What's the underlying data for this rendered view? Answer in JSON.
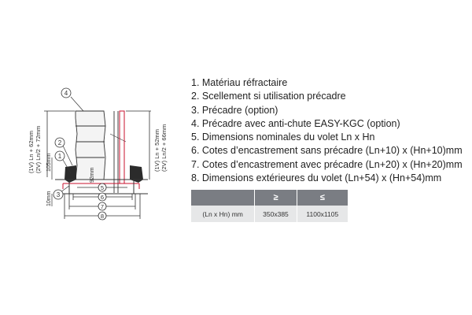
{
  "legend": [
    "1. Matériau réfractaire",
    "2. Scellement si utilisation précadre",
    "3. Précadre (option)",
    "4. Précadre avec anti-chute EASY-KGC (option)",
    "5. Dimensions nominales du volet Ln x Hn",
    "6. Cotes d’encastrement sans précadre (Ln+10) x (Hn+10)mm",
    "7. Cotes d’encastrement avec précadre (Ln+20) x (Hn+20)mm",
    "8. Dimensions extérieures du volet (Ln+54) x (Hn+54)mm"
  ],
  "table": {
    "headers": [
      "",
      "≥",
      "≤"
    ],
    "row": [
      "(Ln x Hn) mm",
      "350x385",
      "1100x1105"
    ]
  },
  "diagram": {
    "callouts": [
      "4",
      "2",
      "1",
      "3",
      "5",
      "6",
      "7",
      "8"
    ],
    "left_dim_1": "(1V) Ln + 62mm",
    "left_dim_2": "(2V) Ln/2 + 72mm",
    "dim_105": "105mm",
    "dim_10": "10mm",
    "dim_92": "92mm",
    "right_dim_1": "(1V) Ln + 52mm",
    "right_dim_2": "(2V) Ln/2 + 66mm"
  },
  "colors": {
    "red": "#c8102e",
    "dark": "#2b2b2b",
    "header": "#7a7d83",
    "cell": "#e6e7e8"
  }
}
